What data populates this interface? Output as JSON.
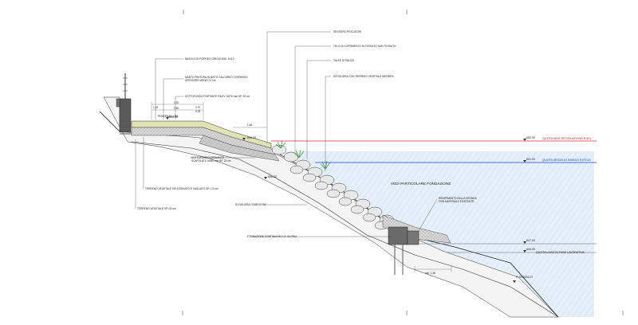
{
  "labels": {
    "sentiero": "SENTIERO PESCATORI",
    "telo": "TELO DI COPRIMENTO IN TESSUTO NON TESSUTO",
    "talee": "TALEE DI SALICE",
    "scogliera_veg": "SCOGLIERA CON TERRENO VEGETALE INERBITA",
    "basolo": "BASOLO DI PORFIDO GRIGIO DIM. 10/12",
    "manto_1": "MANTO FINITURA IN BISTO CALCAREO COSPARSO",
    "manto_2": "SPESSORE MEDIO 10 cm",
    "sottofondo_portante": "SOTTOFONDO PORTANTE RILEV. 30/70 mm SP. 30 cm",
    "sottofondo_drenante_1": "SOTTOFONDO DRENANTE",
    "sottofondo_drenante_2": "SCAPOLATO 50/80 mm SP. 25 cm",
    "terreno_selezionato": "TERRENO VEGETALE SELEZIONATO E VAGLIATO SP= 10 cm",
    "terreno_vegetale": "TERRENO VEGETALE SP=30 cm",
    "vedi_particolare": "VEDI PARTICOLARE FONDAZIONE",
    "scogliera_cementata": "SCOGLIERA CEMENTATA",
    "fondazione": "FONDAZIONE CONTINUA IN C.A. SU PALI",
    "riempimento_1": "RIEMPIMENTO DELLA SPONDA",
    "riempimento_2": "CON MATERIALE ESISTENTE",
    "quota_max": "QUOTA MAX REGOLAZIONE ENEL",
    "quota_media": "QUOTA MEDIA DI INVASO ESTIVO",
    "quota_lago": "QUOTA LAGO IN FASE LAVORATIVA",
    "p_sponda": "P. SPONDA 37"
  },
  "elevations": {
    "e660_35": "660.35",
    "e660_00": "660.00",
    "e656_50": "656.50",
    "e652_00": "652.00",
    "e651_00": "651.00",
    "e647_00": "647.00",
    "e646_50": "646.50",
    "e656_00": "656.00"
  },
  "dimensions": {
    "d2_20": "2.20",
    "d1_15": "1.15",
    "d2_50": "2.50",
    "d0_70": "0.70",
    "d0_25": "0.25",
    "pendenza": "PENDENZA 1,8%",
    "d1_66": "1.66",
    "d1_50": "min. 1.50"
  },
  "colors": {
    "water": "#e2eef9",
    "water_stripe": "#c6dcef",
    "line_red": "#d7263d",
    "line_blue": "#1f3fd1",
    "label_red": "#c0282d",
    "label_blue": "#1c3fd0",
    "path_green": "#dfe3b2",
    "vegetation": "#3b9a3b",
    "concrete": "#5a5a5a",
    "fill_gray": "#cfcfcf"
  }
}
